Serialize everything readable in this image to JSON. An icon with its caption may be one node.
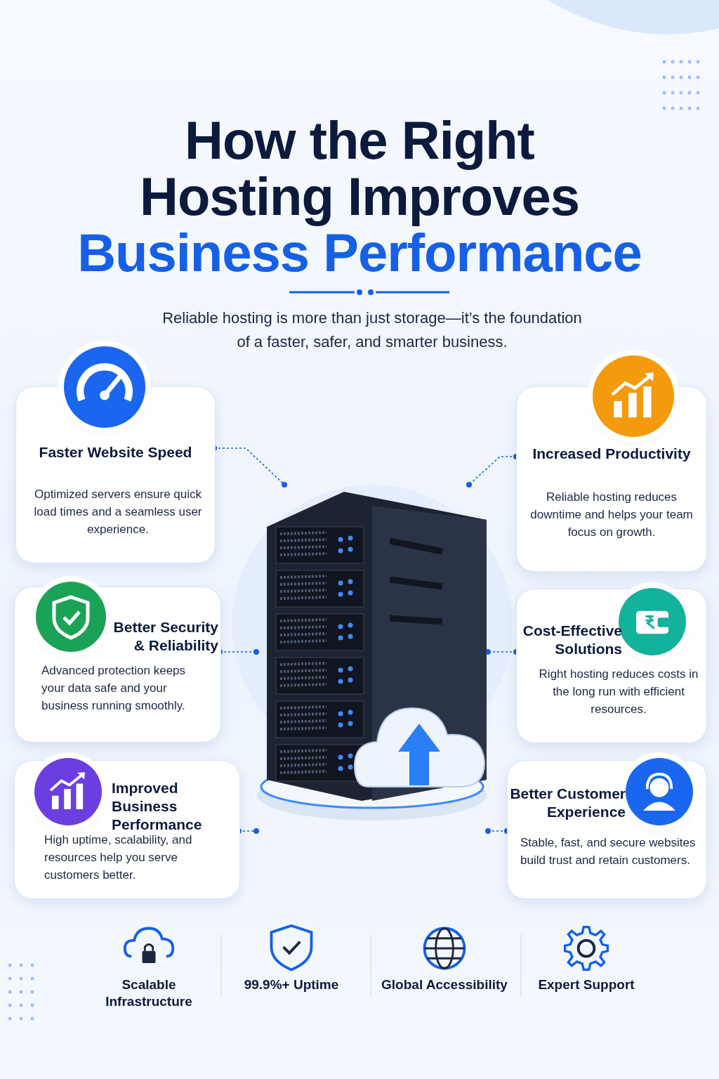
{
  "diagram": {
    "title": "How the Right Hosting Improves Business Performance",
    "nodes": [
      {
        "text": [
          "Faster Website Speed",
          "Optimized servers ensure quick load times and a seamless user experience."
        ]
      },
      {
        "text": [
          "Increased Productivity",
          "Reliable hosting reduces downtime and helps your team focus on growth."
        ]
      },
      {
        "text": [
          "Better Security & Reliability",
          "Advanced protection keeps your data safe and your business running smoothly."
        ]
      },
      {
        "text": [
          "Cost-Effective Solutions",
          "Right hosting reduces costs in the long run with efficient resources."
        ]
      },
      {
        "text": [
          "Improved Business Performance",
          "High uptime, scalability, and resources help you serve customers better."
        ]
      },
      {
        "text": [
          "Better Customer Experience",
          "Stable, fast, and secure websites build trust and retain customers."
        ]
      },
      {
        "text": [],
        "shape": "picture"
      }
    ],
    "edges": [
      {
        "from": 0,
        "to": 6,
        "arrow": "other",
        "style": "dashed"
      },
      {
        "from": 1,
        "to": 6,
        "arrow": "other",
        "style": "dashed"
      },
      {
        "from": 2,
        "to": 6,
        "arrow": "other",
        "style": "dashed"
      },
      {
        "from": 3,
        "to": 6,
        "arrow": "other",
        "style": "dashed"
      },
      {
        "from": 4,
        "to": 6,
        "arrow": "other",
        "style": "dashed"
      },
      {
        "from": 5,
        "to": 6,
        "arrow": "other",
        "style": "dashed"
      }
    ],
    "labels": [
      "Reliable hosting is more than just storage—it’s the foundation of a faster, safer, and smarter business.",
      "Scalable Infrastructure",
      "99.9%+ Uptime",
      "Global Accessibility",
      "Expert Support"
    ]
  }
}
